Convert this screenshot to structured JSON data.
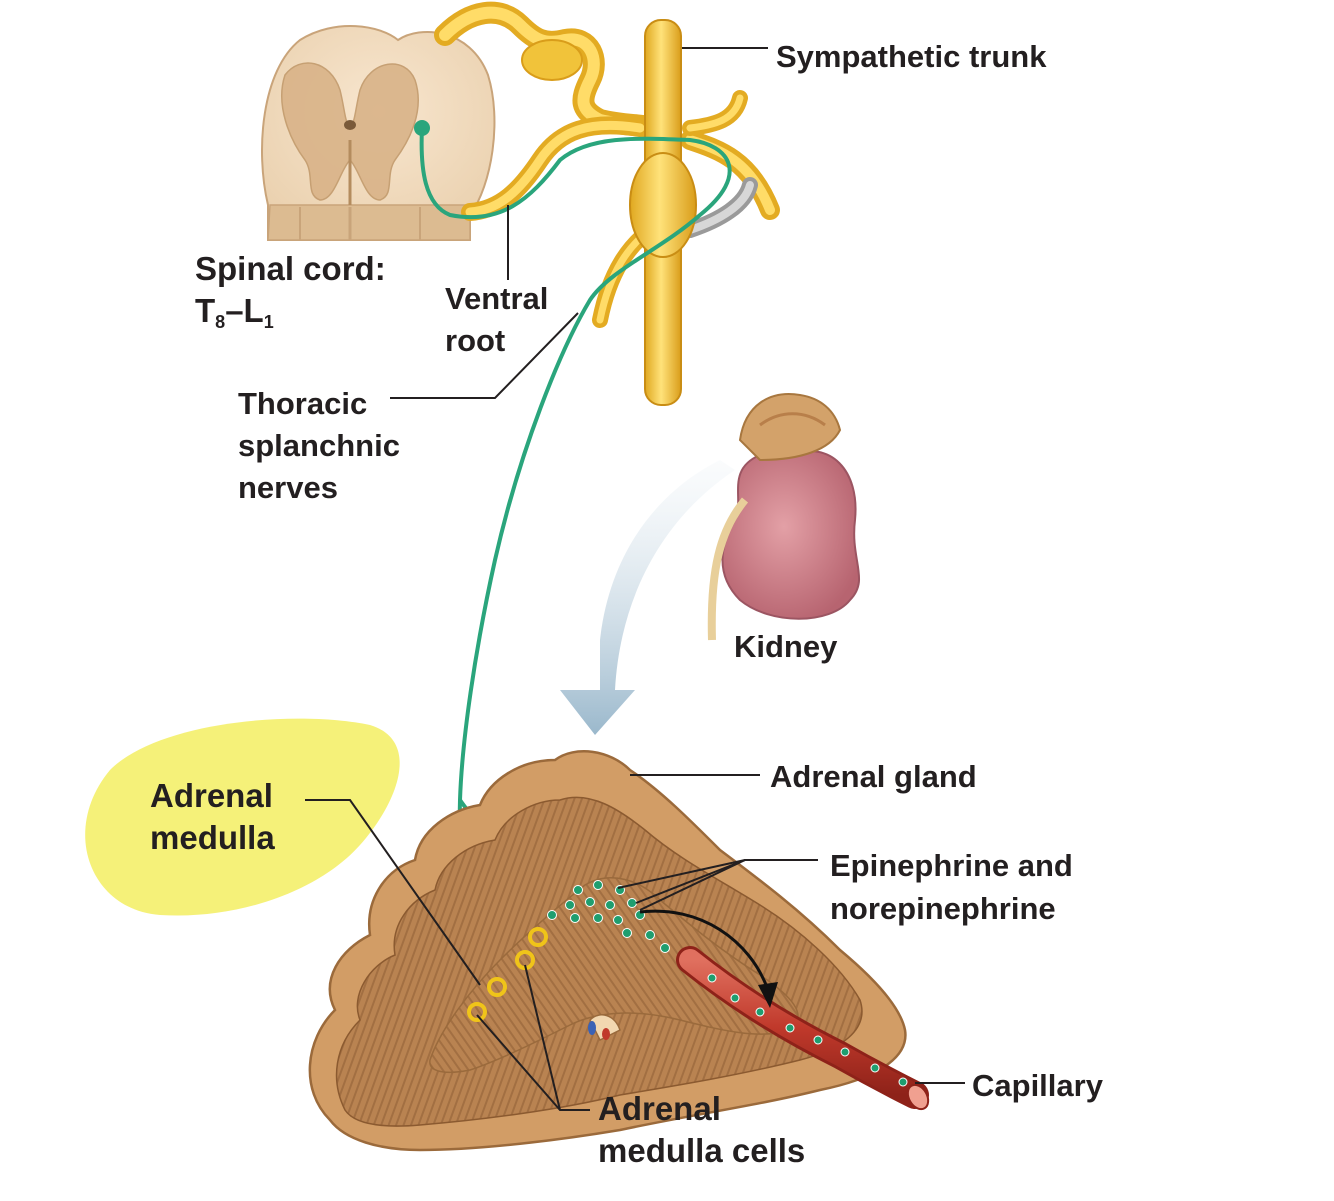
{
  "colors": {
    "nerve": "#2aa57c",
    "sympathetic_trunk": "#f1c33a",
    "gland": "#c9935e",
    "highlight": "#f4f06a",
    "capillary": "#c0392b",
    "kidney": "#c97982"
  },
  "labels": {
    "sympathetic_trunk": "Sympathetic trunk",
    "spinal_cord_line1": "Spinal cord:",
    "spinal_cord_t": "T",
    "spinal_cord_t_sub": "8",
    "spinal_cord_dash": "–L",
    "spinal_cord_l_sub": "1",
    "ventral_root_line1": "Ventral",
    "ventral_root_line2": "root",
    "thoracic_line1": "Thoracic",
    "thoracic_line2": "splanchnic",
    "thoracic_line3": "nerves",
    "kidney": "Kidney",
    "adrenal_gland": "Adrenal gland",
    "adrenal_medulla_line1": "Adrenal",
    "adrenal_medulla_line2": "medulla",
    "epinephrine_line1": "Epinephrine and",
    "epinephrine_line2": "norepinephrine",
    "capillary": "Capillary",
    "medulla_cells_line1": "Adrenal",
    "medulla_cells_line2": "medulla cells"
  }
}
